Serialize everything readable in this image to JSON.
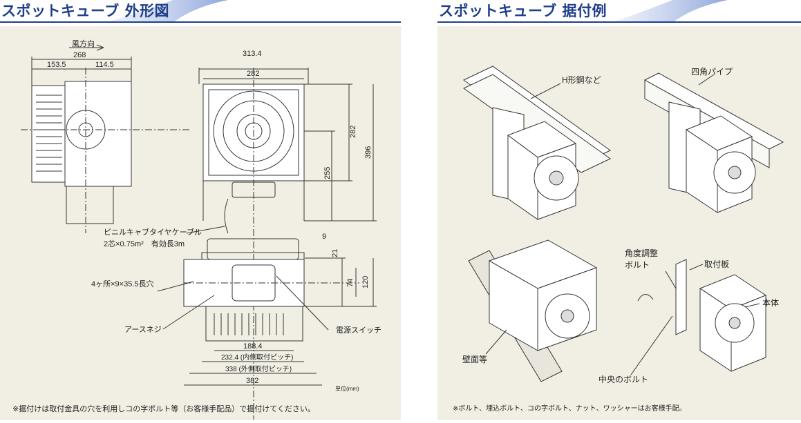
{
  "left": {
    "title": "スポットキューブ 外形図",
    "labels": {
      "wind_direction": "風方向",
      "cable1": "ビニルキャブタイヤケーブル",
      "cable2": "2芯×0.75m²　有効長3m",
      "holes": "4ヶ所×9×35.5長穴",
      "earth_screw": "アースネジ",
      "power_switch": "電源スイッチ",
      "unit": "単位(mm)"
    },
    "dims": {
      "d268": "268",
      "d153_5": "153.5",
      "d114_5": "114.5",
      "d313_4": "313.4",
      "d282_top": "282",
      "d282_side": "282",
      "d396": "396",
      "d255": "255",
      "d9": "9",
      "d21": "21",
      "d74": "74",
      "d120": "120",
      "d188_4": "188.4",
      "d232_4": "232.4 (内側取付ピッチ)",
      "d338": "338 (外側取付ピッチ)",
      "d382": "382"
    },
    "note": "※据付けは取付金具の穴を利用しコの字ボルト等（お客様手配品）で据付けてください。"
  },
  "right": {
    "title": "スポットキューブ 据付例",
    "labels": {
      "h_beam": "H形鋼など",
      "square_pipe": "四角パイプ",
      "angle_bolt_1": "角度調整",
      "angle_bolt_2": "ボルト",
      "mount_plate": "取付板",
      "main_body": "本体",
      "wall": "壁面等",
      "center_bolt": "中央のボルト"
    },
    "note": "※ボルト、埋込ボルト、コの字ボルト、ナット、ワッシャーはお客様手配。"
  },
  "colors": {
    "title": "#1f3f8a",
    "panel_bg": "#f1efe4",
    "line": "#333333"
  }
}
